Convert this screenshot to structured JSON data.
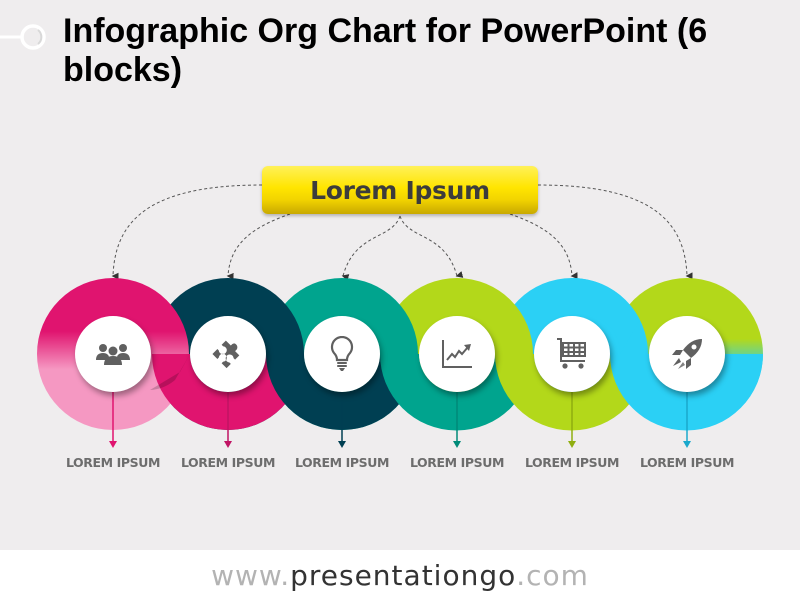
{
  "header": {
    "title": "Infographic Org Chart for PowerPoint (6 blocks)"
  },
  "root": {
    "label": "Lorem Ipsum",
    "color": "#ffe500"
  },
  "blocks": [
    {
      "label": "LOREM IPSUM",
      "icon": "people-icon",
      "color": "#e0146f",
      "light_color": "#f598c2"
    },
    {
      "label": "LOREM IPSUM",
      "icon": "puzzle-icon",
      "color": "#003f52"
    },
    {
      "label": "LOREM IPSUM",
      "icon": "lightbulb-icon",
      "color": "#00a48e"
    },
    {
      "label": "LOREM IPSUM",
      "icon": "chart-icon",
      "color": "#b3d81a"
    },
    {
      "label": "LOREM IPSUM",
      "icon": "cart-icon",
      "color": "#2bd0f5"
    },
    {
      "label": "LOREM IPSUM",
      "icon": "rocket-icon",
      "color": "#b3d81a"
    }
  ],
  "footer": {
    "prefix": "www.",
    "domain": "presentationgo",
    "suffix": ".com"
  }
}
